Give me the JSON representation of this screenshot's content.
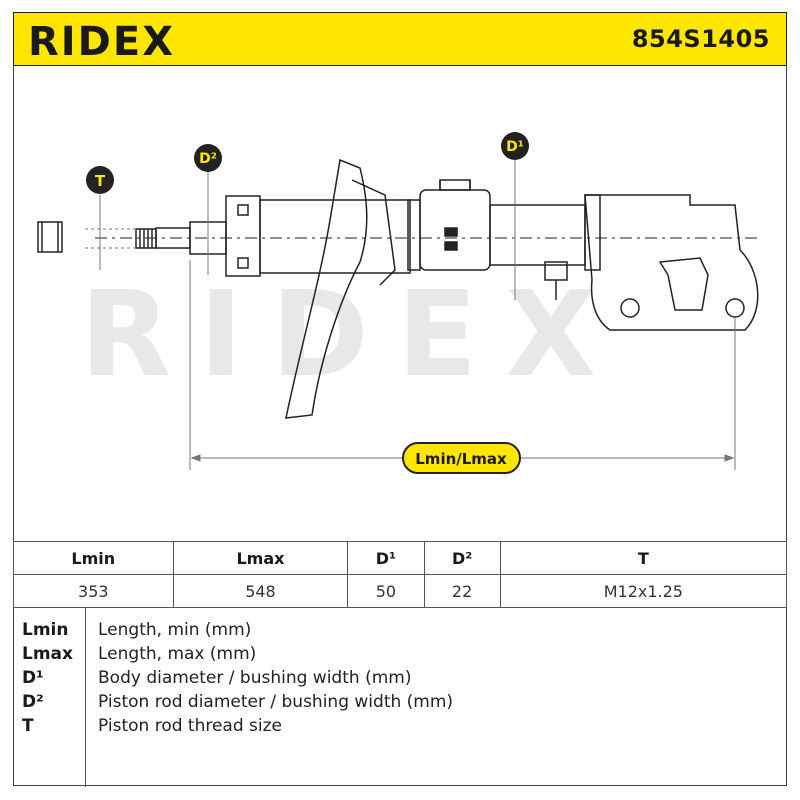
{
  "header": {
    "brand": "RIDEX",
    "part_number": "854S1405"
  },
  "drawing": {
    "watermark": "RIDEX",
    "label_t": "T",
    "label_d1": "D¹",
    "label_d2": "D²",
    "label_length": "Lmin/Lmax",
    "colors": {
      "badge": "#ffe600",
      "line": "#222222",
      "watermark": "#e8e8e8"
    }
  },
  "specs": {
    "headers": [
      "Lmin",
      "Lmax",
      "D¹",
      "D²",
      "T"
    ],
    "values": [
      "353",
      "548",
      "50",
      "22",
      "M12x1.25"
    ]
  },
  "legend": [
    {
      "key": "Lmin",
      "desc": "Length, min (mm)"
    },
    {
      "key": "Lmax",
      "desc": "Length, max (mm)"
    },
    {
      "key": "D¹",
      "desc": "Body diameter / bushing width (mm)"
    },
    {
      "key": "D²",
      "desc": "Piston rod diameter / bushing width (mm)"
    },
    {
      "key": "T",
      "desc": "Piston rod thread size"
    }
  ]
}
